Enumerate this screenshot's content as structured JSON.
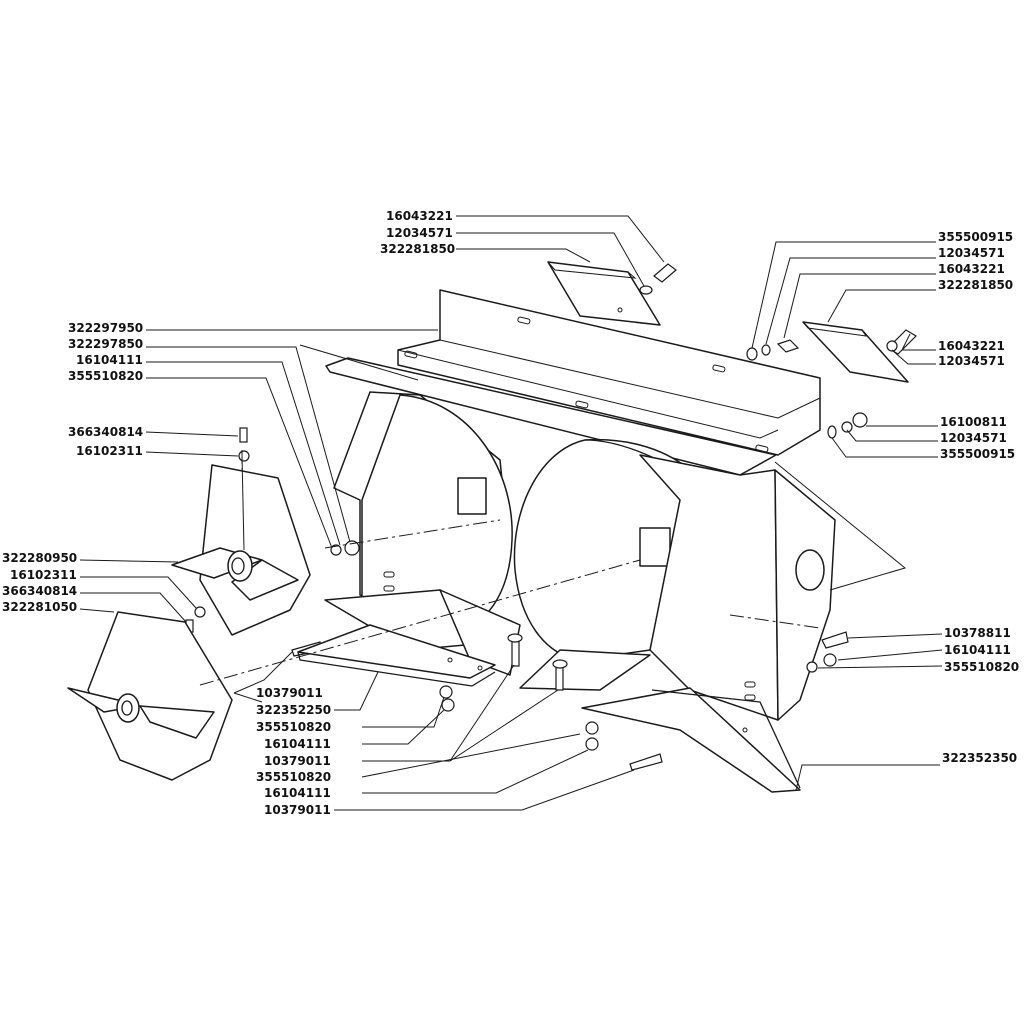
{
  "labels": [
    {
      "id": "l01",
      "text": "16043221"
    },
    {
      "id": "l02",
      "text": "12034571"
    },
    {
      "id": "l03",
      "text": "322281850"
    },
    {
      "id": "l04",
      "text": "355500915"
    },
    {
      "id": "l05",
      "text": "12034571"
    },
    {
      "id": "l06",
      "text": "16043221"
    },
    {
      "id": "l07",
      "text": "322281850"
    },
    {
      "id": "l08",
      "text": "16043221"
    },
    {
      "id": "l09",
      "text": "12034571"
    },
    {
      "id": "l10",
      "text": "16100811"
    },
    {
      "id": "l11",
      "text": "12034571"
    },
    {
      "id": "l12",
      "text": "355500915"
    },
    {
      "id": "l13",
      "text": "322297950"
    },
    {
      "id": "l14",
      "text": "322297850"
    },
    {
      "id": "l15",
      "text": "16104111"
    },
    {
      "id": "l16",
      "text": "355510820"
    },
    {
      "id": "l17",
      "text": "366340814"
    },
    {
      "id": "l18",
      "text": "16102311"
    },
    {
      "id": "l19",
      "text": "322280950"
    },
    {
      "id": "l20",
      "text": "16102311"
    },
    {
      "id": "l21",
      "text": "366340814"
    },
    {
      "id": "l22",
      "text": "322281050"
    },
    {
      "id": "l23",
      "text": "10378811"
    },
    {
      "id": "l24",
      "text": "16104111"
    },
    {
      "id": "l25",
      "text": "355510820"
    },
    {
      "id": "l26",
      "text": "10379011"
    },
    {
      "id": "l27",
      "text": "322352250"
    },
    {
      "id": "l28",
      "text": "355510820"
    },
    {
      "id": "l29",
      "text": "16104111"
    },
    {
      "id": "l30",
      "text": "10379011"
    },
    {
      "id": "l31",
      "text": "355510820"
    },
    {
      "id": "l32",
      "text": "16104111"
    },
    {
      "id": "l33",
      "text": "10379011"
    },
    {
      "id": "l34",
      "text": "322352350"
    }
  ]
}
